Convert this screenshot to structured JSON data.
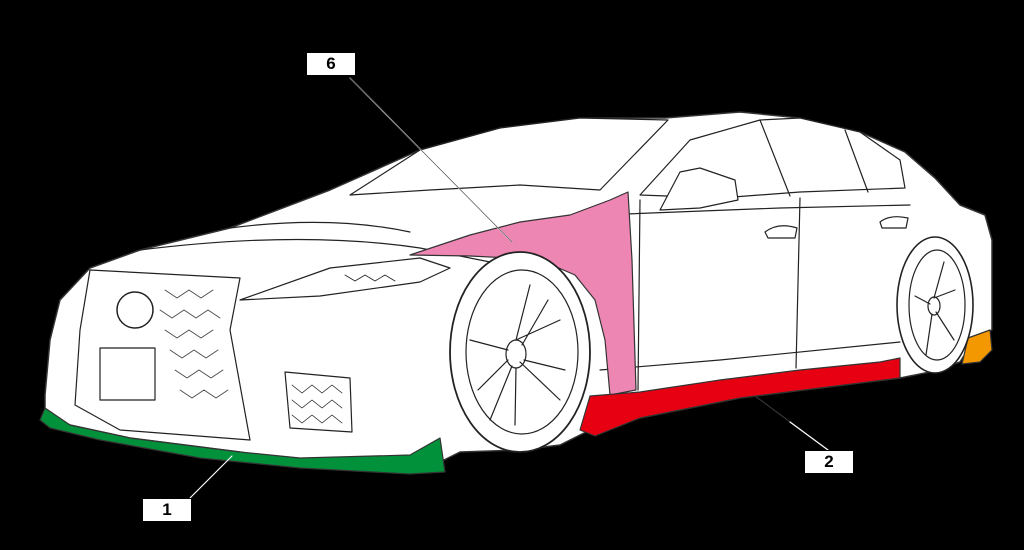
{
  "diagram": {
    "background": "#000000",
    "parts": [
      {
        "id": "front-lip-spoiler",
        "label": "1",
        "color": "#00913a"
      },
      {
        "id": "side-skirt",
        "label": "2",
        "color": "#e60012"
      },
      {
        "id": "front-fender",
        "label": "6",
        "color": "#ee86b4"
      },
      {
        "id": "rear-spat",
        "label": "",
        "color": "#f39800"
      }
    ]
  }
}
